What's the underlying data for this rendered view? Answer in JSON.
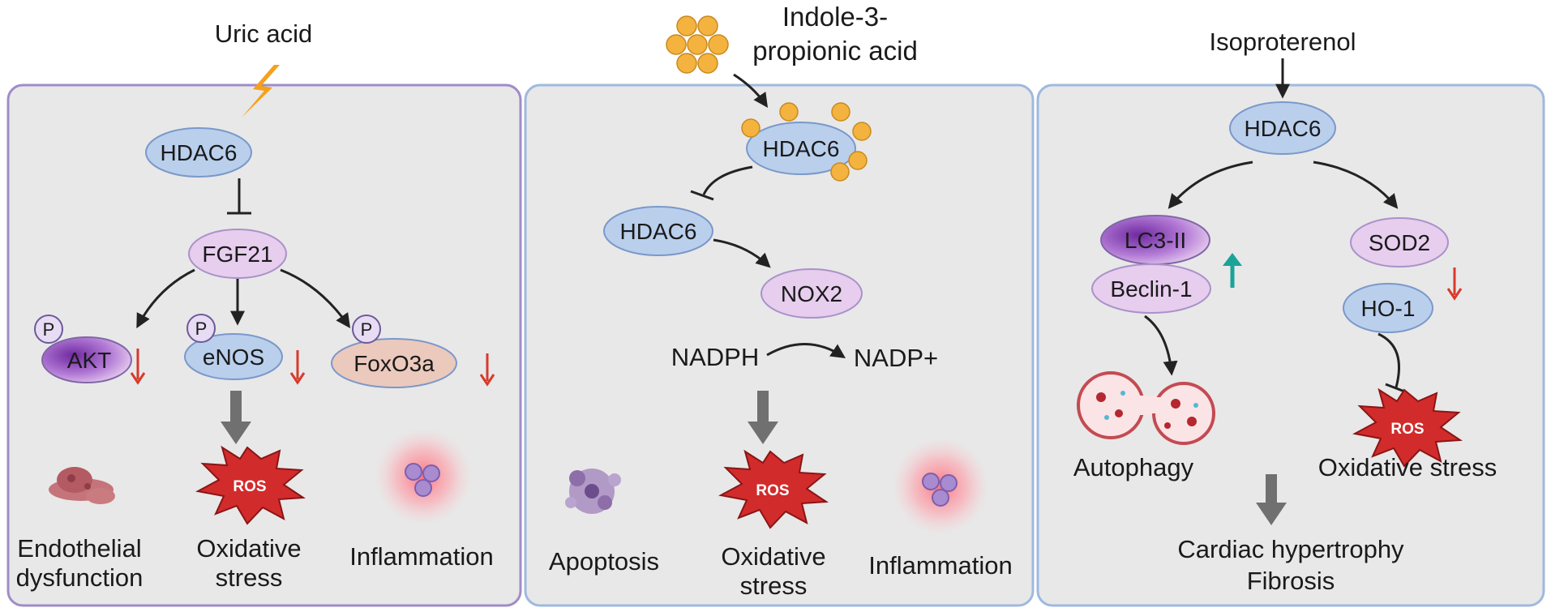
{
  "colors": {
    "panel_bg": "#e8e8e8",
    "panel1_border": "#a08cc8",
    "panel_border": "#9fb9df",
    "node_blue": "#b9cfec",
    "node_pink": "#e7cdee",
    "node_purple": "#9b55c0",
    "node_salmon": "#ecc9bd",
    "arrow": "#222222",
    "thick_arrow": "#707070",
    "down_arrow": "#d83a2b",
    "up_arrow": "#1aa39a",
    "ros_red": "#d22b2b",
    "orange_bubble": "#f4b23f",
    "lightning": "#f5a11a"
  },
  "panel1": {
    "stimulus": "Uric acid",
    "hdac6": "HDAC6",
    "fgf21": "FGF21",
    "phospho": "P",
    "akt": "AKT",
    "enos": "eNOS",
    "foxo3a": "FoxO3a",
    "ros": "ROS",
    "outcome1_line1": "Endothelial",
    "outcome1_line2": "dysfunction",
    "outcome2_line1": "Oxidative",
    "outcome2_line2": "stress",
    "outcome3": "Inflammation"
  },
  "panel2": {
    "stimulus_line1": "Indole-3-",
    "stimulus_line2": "propionic acid",
    "hdac6_bound": "HDAC6",
    "hdac6": "HDAC6",
    "nox2": "NOX2",
    "nadph": "NADPH",
    "nadp": "NADP+",
    "ros": "ROS",
    "outcome1": "Apoptosis",
    "outcome2_line1": "Oxidative",
    "outcome2_line2": "stress",
    "outcome3": "Inflammation"
  },
  "panel3": {
    "stimulus": "Isoproterenol",
    "hdac6": "HDAC6",
    "lc3": "LC3-II",
    "beclin": "Beclin-1",
    "sod2": "SOD2",
    "ho1": "HO-1",
    "ros": "ROS",
    "autophagy": "Autophagy",
    "oxidative": "Oxidative stress",
    "final_line1": "Cardiac hypertrophy",
    "final_line2": "Fibrosis"
  }
}
